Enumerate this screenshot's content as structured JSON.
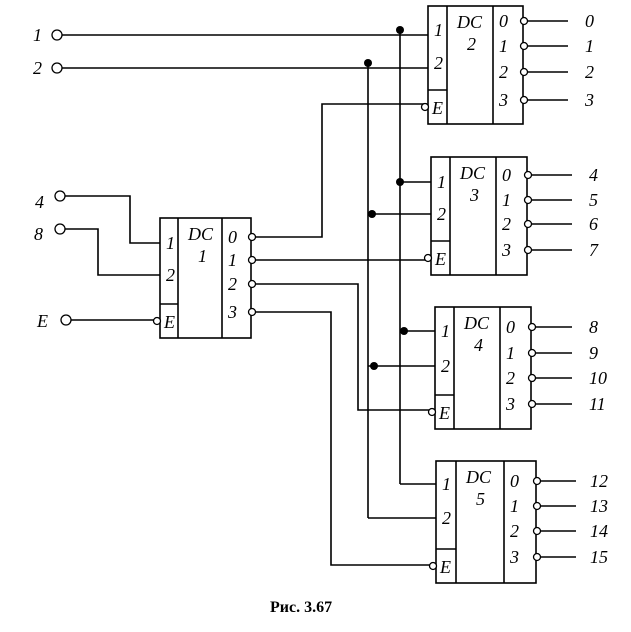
{
  "caption": "Рис. 3.67",
  "decoders": [
    {
      "id": "dc2",
      "name": "DC",
      "number": "2",
      "inputs": [
        "1",
        "2"
      ],
      "enable": "E",
      "outputs": [
        "0",
        "1",
        "2",
        "3"
      ],
      "output_labels": [
        "0",
        "1",
        "2",
        "3"
      ]
    },
    {
      "id": "dc3",
      "name": "DC",
      "number": "3",
      "inputs": [
        "1",
        "2"
      ],
      "enable": "E",
      "outputs": [
        "0",
        "1",
        "2",
        "3"
      ],
      "output_labels": [
        "4",
        "5",
        "6",
        "7"
      ]
    },
    {
      "id": "dc4",
      "name": "DC",
      "number": "4",
      "inputs": [
        "1",
        "2"
      ],
      "enable": "E",
      "outputs": [
        "0",
        "1",
        "2",
        "3"
      ],
      "output_labels": [
        "8",
        "9",
        "10",
        "11"
      ]
    },
    {
      "id": "dc5",
      "name": "DC",
      "number": "5",
      "inputs": [
        "1",
        "2"
      ],
      "enable": "E",
      "outputs": [
        "0",
        "1",
        "2",
        "3"
      ],
      "output_labels": [
        "12",
        "13",
        "14",
        "15"
      ]
    },
    {
      "id": "dc1",
      "name": "DC",
      "number": "1",
      "inputs": [
        "1",
        "2"
      ],
      "enable": "E",
      "outputs": [
        "0",
        "1",
        "2",
        "3"
      ],
      "output_labels": []
    }
  ],
  "terminals": [
    "1",
    "2",
    "4",
    "8",
    "E"
  ]
}
